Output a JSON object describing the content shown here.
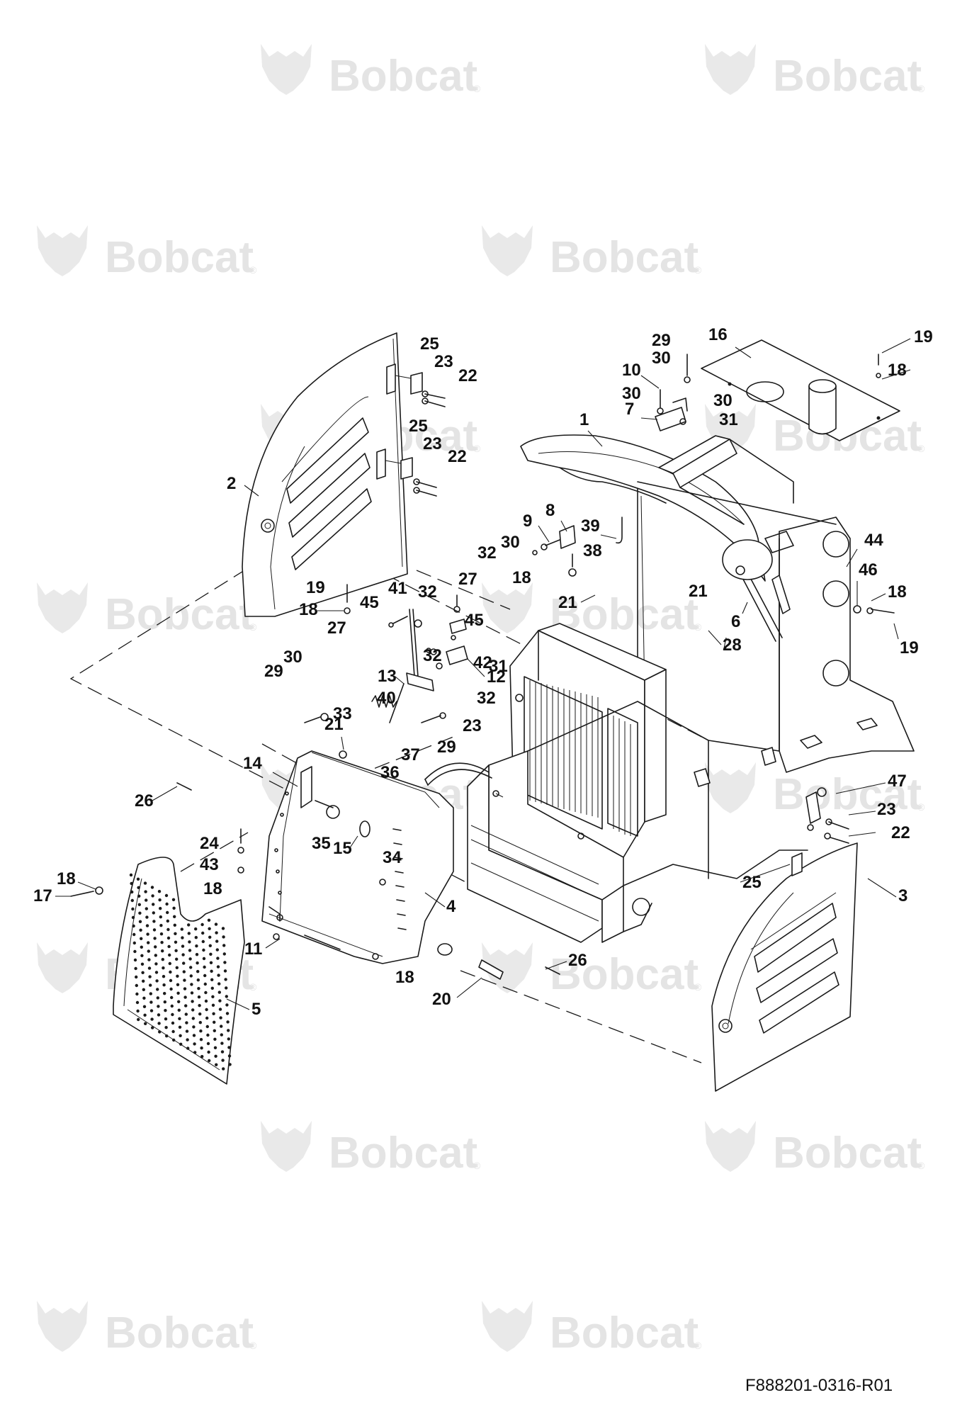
{
  "watermark": {
    "text": "Bobcat",
    "mark": "®"
  },
  "drawing_code": "F888201-0316-R01",
  "callouts": [
    "1",
    "2",
    "3",
    "4",
    "5",
    "6",
    "7",
    "8",
    "9",
    "10",
    "11",
    "12",
    "13",
    "14",
    "15",
    "16",
    "17",
    "18",
    "19",
    "20",
    "21",
    "22",
    "23",
    "24",
    "25",
    "26",
    "27",
    "28",
    "29",
    "30",
    "31",
    "32",
    "33",
    "34",
    "35",
    "36",
    "37",
    "38",
    "39",
    "40",
    "41",
    "42",
    "43",
    "44",
    "45",
    "46",
    "47"
  ]
}
